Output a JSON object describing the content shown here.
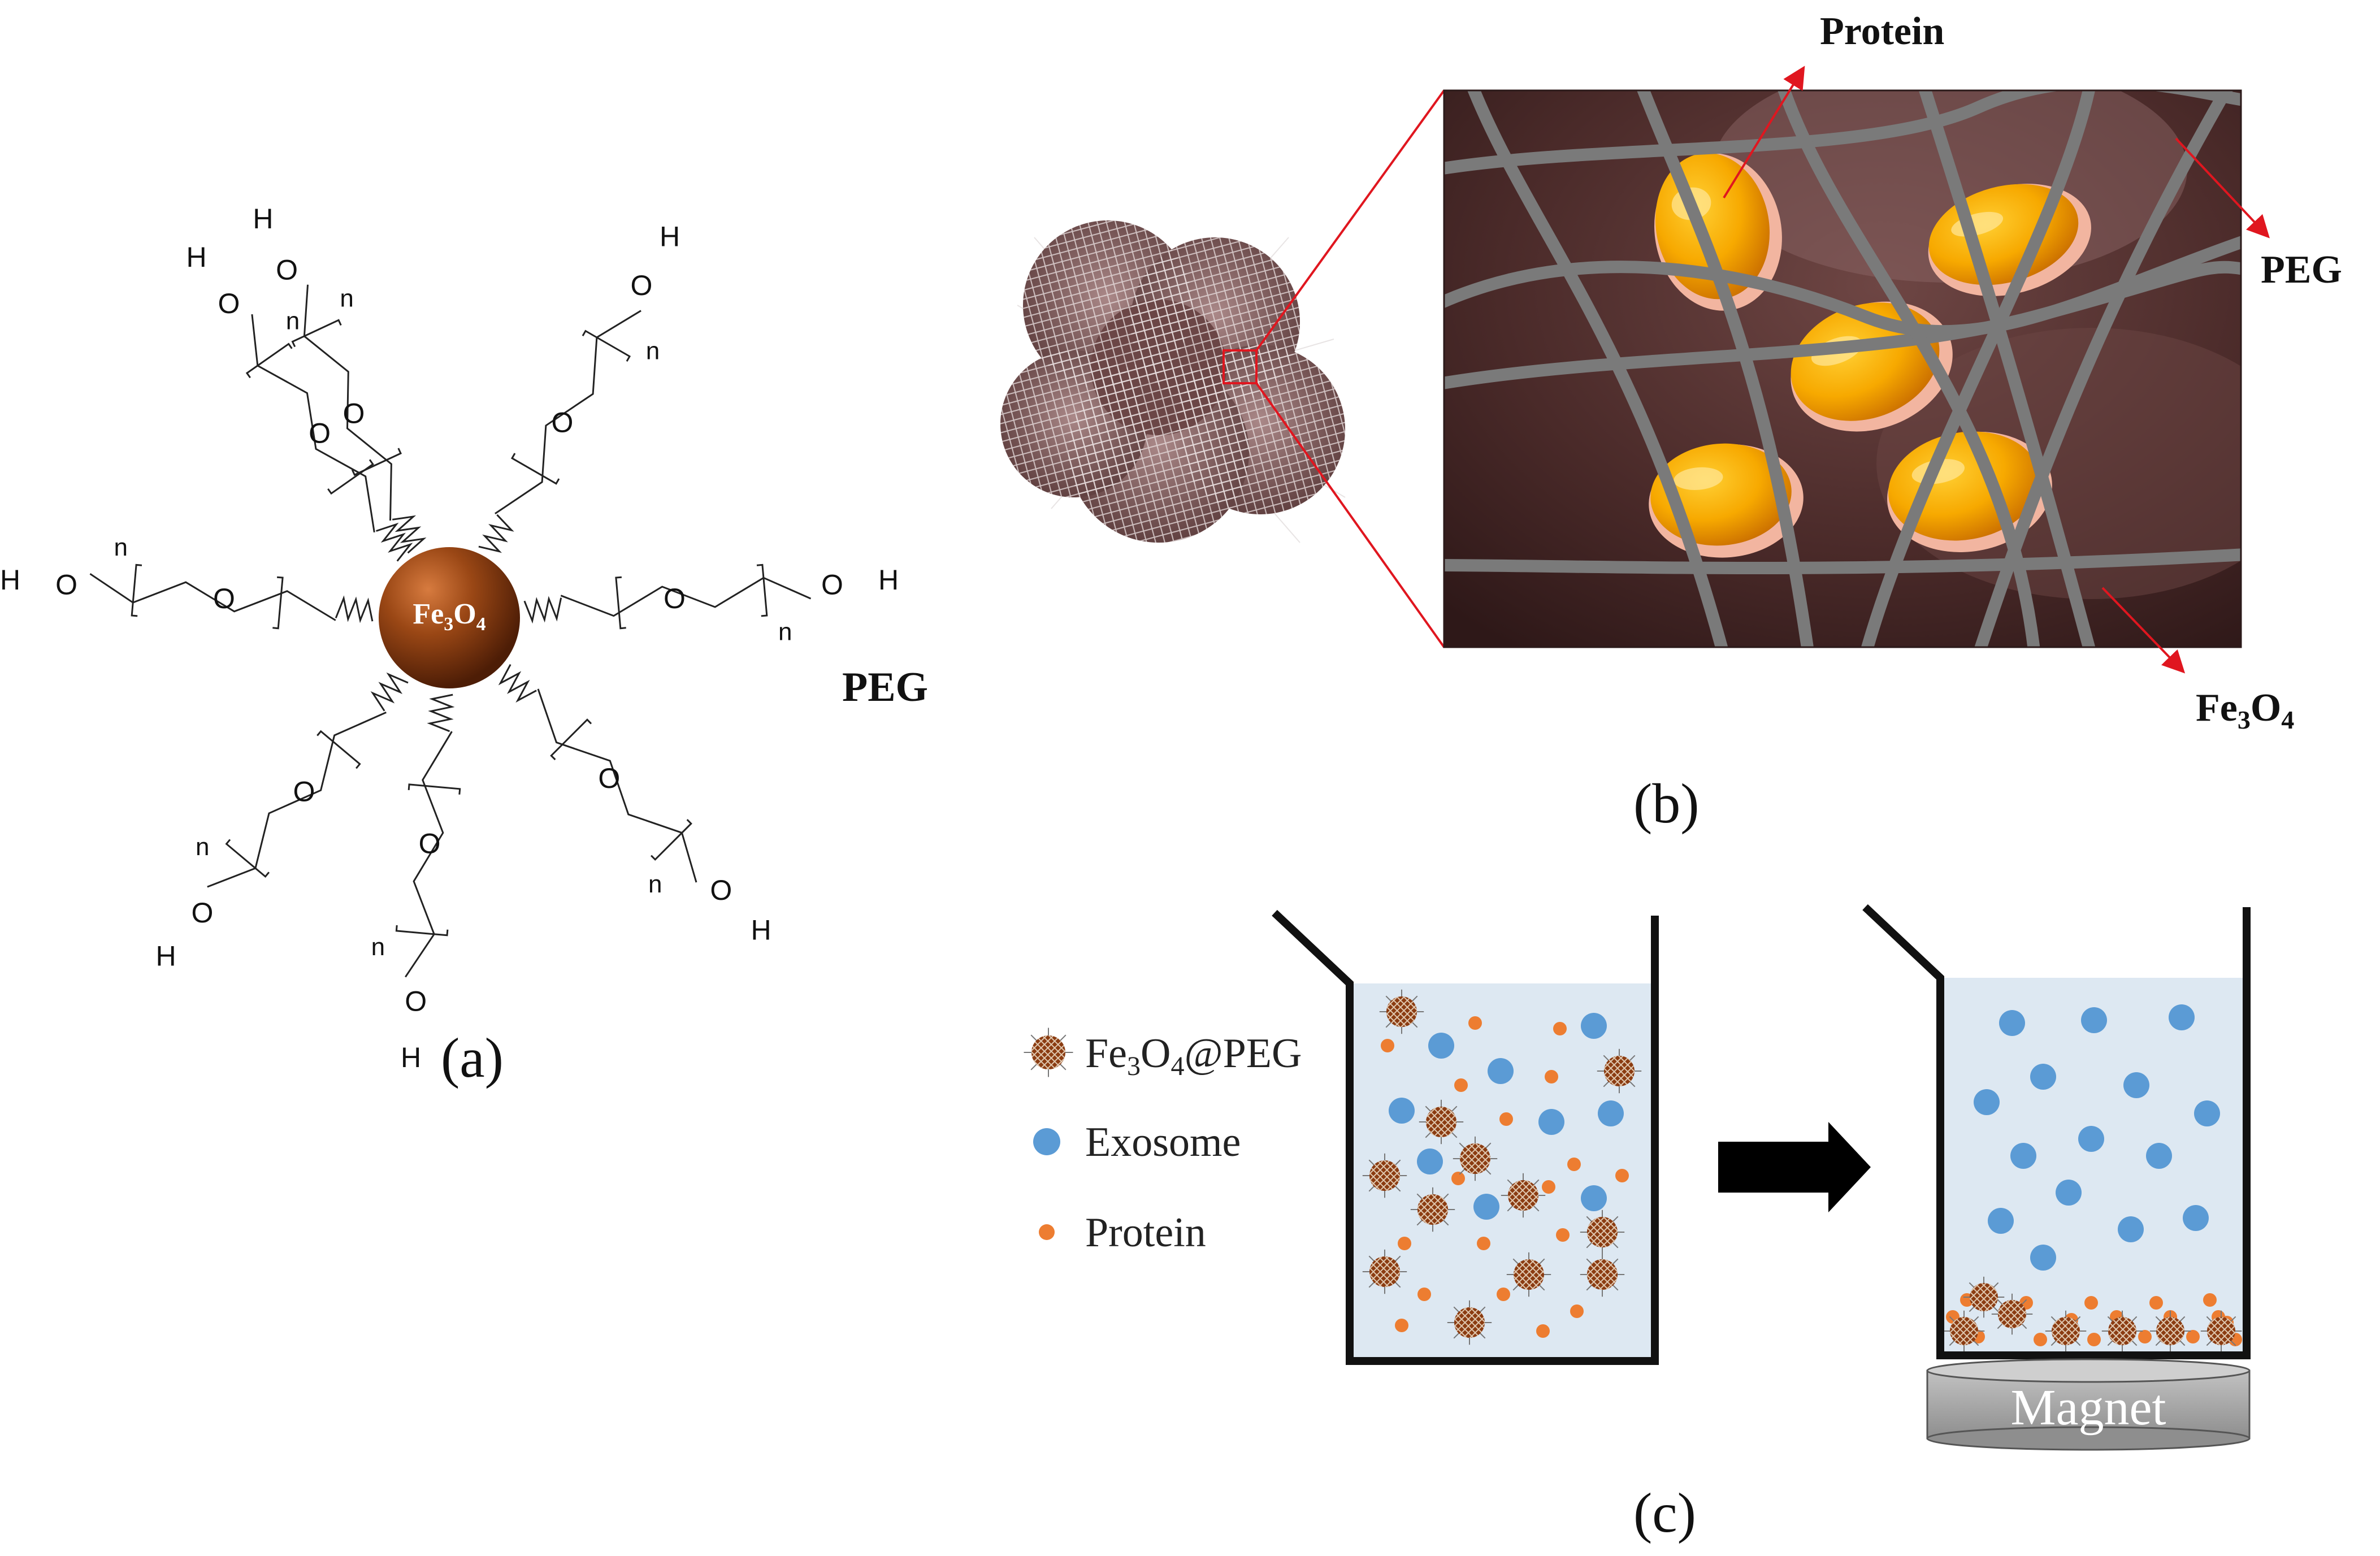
{
  "panel_a": {
    "caption": "(a)",
    "core_label": {
      "base": "Fe",
      "sub1": "3",
      "mid": "O",
      "sub2": "4"
    },
    "peg_label": "PEG",
    "atom_o": "O",
    "atom_h": "H",
    "repeat_n": "n"
  },
  "panel_b": {
    "caption": "(b)",
    "label_protein": "Protein",
    "label_peg": "PEG",
    "label_fe3o4": {
      "base": "Fe",
      "sub1": "3",
      "mid": "O",
      "sub2": "4"
    }
  },
  "panel_c": {
    "caption": "(c)",
    "legend": {
      "fe3o4_peg": {
        "base": "Fe",
        "sub1": "3",
        "mid": "O",
        "sub2": "4",
        "suffix": "@PEG"
      },
      "exosome": "Exosome",
      "protein": "Protein"
    },
    "magnet_label": "Magnet"
  },
  "colors": {
    "nanoparticle": "#8b3c12",
    "exosome": "#5b9bd5",
    "protein": "#ed7d31",
    "solution": "#dde8f2",
    "pointer": "#e0161f",
    "peg_chain": "#6e6e6e",
    "panel_b_bg": "#4a2a29",
    "protein_gold": "#f7a900",
    "magnet": "#a6a6a6"
  }
}
